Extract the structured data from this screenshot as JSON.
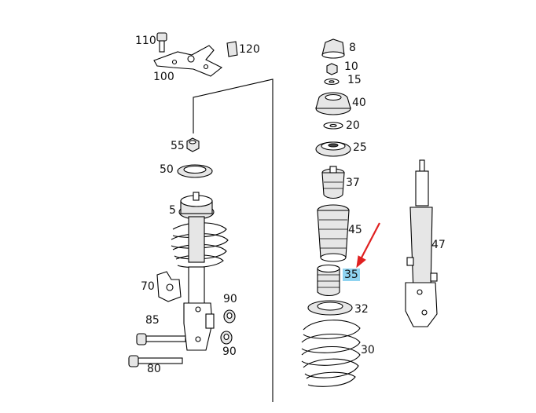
{
  "callouts": {
    "c110": "110",
    "c120": "120",
    "c100": "100",
    "c8": "8",
    "c10": "10",
    "c15": "15",
    "c40": "40",
    "c20": "20",
    "c55": "55",
    "c25": "25",
    "c50": "50",
    "c37": "37",
    "c5": "5",
    "c47": "47",
    "c45": "45",
    "c35": "35",
    "c70": "70",
    "c90a": "90",
    "c32": "32",
    "c85": "85",
    "c90b": "90",
    "c30": "30",
    "c80": "80"
  },
  "colors": {
    "highlight": "#8fd3f0",
    "arrow": "#e02020"
  }
}
